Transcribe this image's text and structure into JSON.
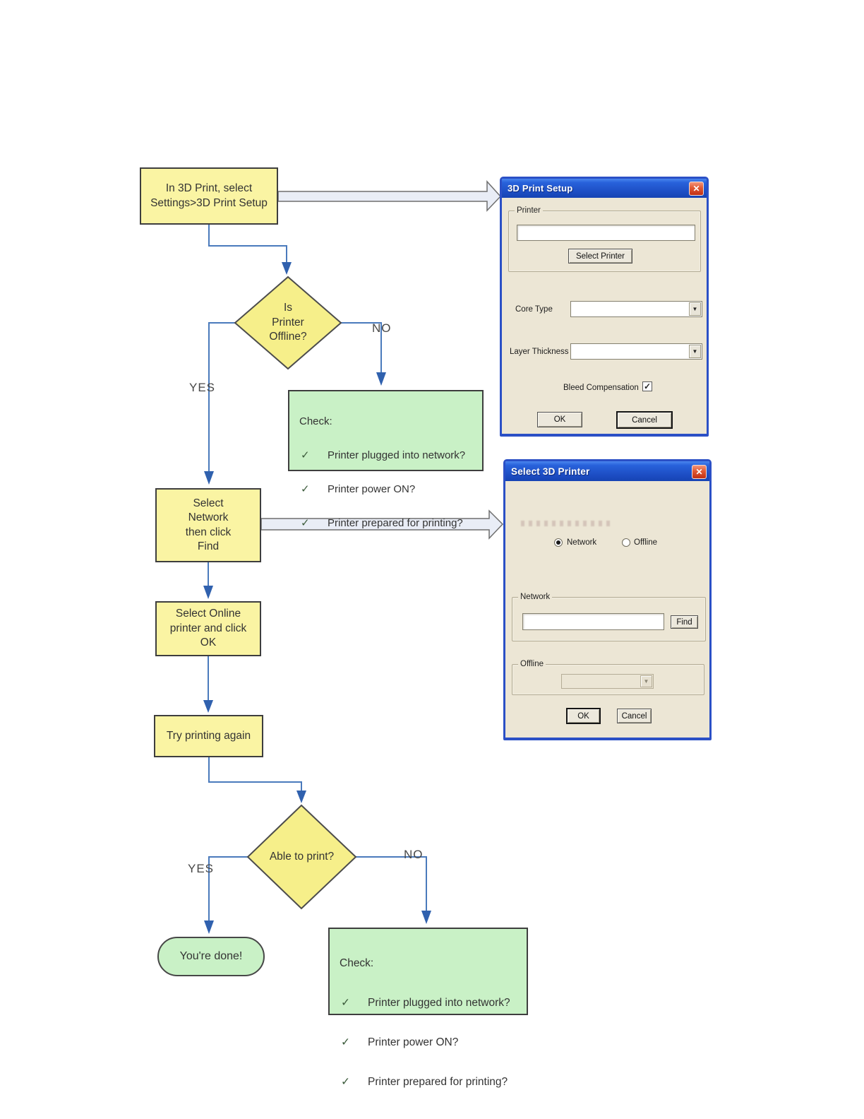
{
  "flowchart": {
    "start": "In 3D Print, select\nSettings>3D Print Setup",
    "decision_offline": "Is\nPrinter\nOffline?",
    "label_no_1": "NO",
    "label_yes_1": "YES",
    "check_note_1": {
      "title": "Check:",
      "items": [
        "Printer plugged into network?",
        "Printer power ON?",
        "Printer prepared for printing?"
      ]
    },
    "select_network": "Select\nNetwork\nthen click\nFind",
    "select_online": "Select Online\nprinter and click\nOK",
    "try_again": "Try printing again",
    "decision_print": "Able to print?",
    "label_no_2": "NO",
    "label_yes_2": "YES",
    "done": "You're done!",
    "check_note_2": {
      "title": "Check:",
      "items": [
        "Printer plugged into network?",
        "Printer power ON?",
        "Printer prepared for printing?"
      ]
    }
  },
  "print_setup_dialog": {
    "title": "3D Print Setup",
    "printer_group_label": "Printer",
    "printer_value": "",
    "select_printer_button": "Select Printer",
    "core_type_label": "Core Type",
    "core_type_value": "",
    "layer_thickness_label": "Layer Thickness",
    "layer_thickness_value": "",
    "bleed_compensation_label": "Bleed Compensation",
    "ok_button": "OK",
    "cancel_button": "Cancel"
  },
  "select_printer_dialog": {
    "title": "Select 3D Printer",
    "network_radio_label": "Network",
    "offline_radio_label": "Offline",
    "network_group_label": "Network",
    "network_value": "",
    "find_button": "Find",
    "offline_group_label": "Offline",
    "offline_value": "",
    "ok_button": "OK",
    "cancel_button": "Cancel"
  },
  "icons": {
    "close": "✕",
    "checkmark": "✓",
    "dropdown": "▼"
  },
  "colors": {
    "titlebar_blue": "#2456cd",
    "dialog_bg": "#ece6d5",
    "flow_yellow": "#faf4a3",
    "flow_green": "#c9f1c6",
    "connector_blue": "#4a7abc",
    "arrowhead_blue": "#3061ae",
    "close_red": "#d9502c"
  }
}
